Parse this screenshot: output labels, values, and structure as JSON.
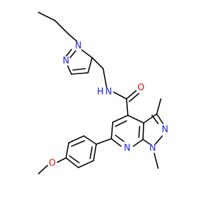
{
  "colors": {
    "nitrogen": "#1a1aff",
    "oxygen": "#ff0000",
    "carbon": "#000000",
    "background": "#ffffff"
  },
  "atoms": {
    "n_pyrazole_alkyl": "N",
    "n_pyrazole_imine": "N",
    "n_amide": "N",
    "h_amide": "H",
    "o_carbonyl": "O",
    "n_pyrazolo_2": "N",
    "n_pyrazolo_1": "N",
    "n_pyridine": "N",
    "o_methoxy": "O"
  }
}
